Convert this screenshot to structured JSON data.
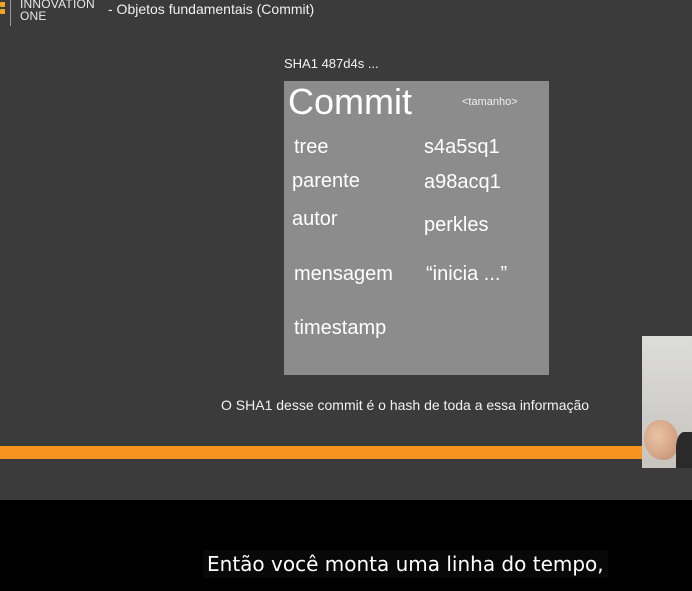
{
  "header": {
    "brand_line1": "INNOVATION",
    "brand_line2": "ONE",
    "title": "- Objetos fundamentais (Commit)"
  },
  "slide": {
    "sha_label": "SHA1 487d4s ...",
    "commit_title": "Commit",
    "commit_size": "<tamanho>",
    "fields": [
      {
        "key": "tree",
        "value": "s4a5sq1"
      },
      {
        "key": "parente",
        "value": "a98acq1"
      },
      {
        "key": "autor",
        "value": "perkles"
      },
      {
        "key": "mensagem",
        "value": "“inicia ...”"
      },
      {
        "key": "timestamp",
        "value": ""
      }
    ],
    "caption": "O SHA1 desse commit é o hash de toda a essa informação"
  },
  "subtitle": {
    "text": "Então você monta uma linha do tempo,"
  },
  "colors": {
    "slide_bg": "#3b3b3b",
    "box_bg": "#8c8c8c",
    "accent": "#f7931e"
  }
}
